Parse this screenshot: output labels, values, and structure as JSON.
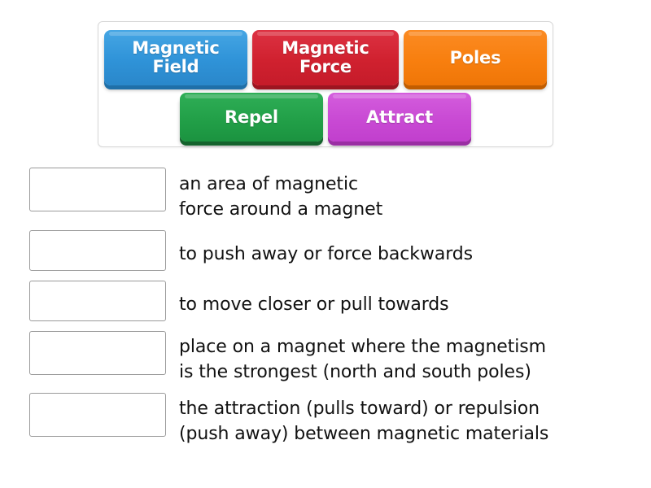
{
  "activity": {
    "type": "match-up",
    "word_bank": {
      "tiles": [
        {
          "label": "Magnetic\nField",
          "color": "#2f93d8",
          "shadow": "#1f6fa8",
          "name": "magnetic-field"
        },
        {
          "label": "Magnetic\nForce",
          "color": "#d0212f",
          "shadow": "#9c1521",
          "name": "magnetic-force"
        },
        {
          "label": "Poles",
          "color": "#f87f0f",
          "shadow": "#c25d00",
          "name": "poles"
        },
        {
          "label": "Repel",
          "color": "#22a048",
          "shadow": "#15632d",
          "name": "repel"
        },
        {
          "label": "Attract",
          "color": "#c94ad4",
          "shadow": "#9a2ea3",
          "name": "attract"
        }
      ]
    },
    "definitions": [
      {
        "text": "an area of magnetic\nforce around a magnet",
        "drop_value": "",
        "lines": 2
      },
      {
        "text": "to push away or force backwards",
        "drop_value": "",
        "lines": 1
      },
      {
        "text": "to move closer or pull towards",
        "drop_value": "",
        "lines": 1
      },
      {
        "text": "place on a magnet where the magnetism\nis the strongest (north and south poles)",
        "drop_value": "",
        "lines": 2
      },
      {
        "text": "the attraction (pulls toward) or repulsion\n(push away) between magnetic materials",
        "drop_value": "",
        "lines": 2
      }
    ]
  }
}
